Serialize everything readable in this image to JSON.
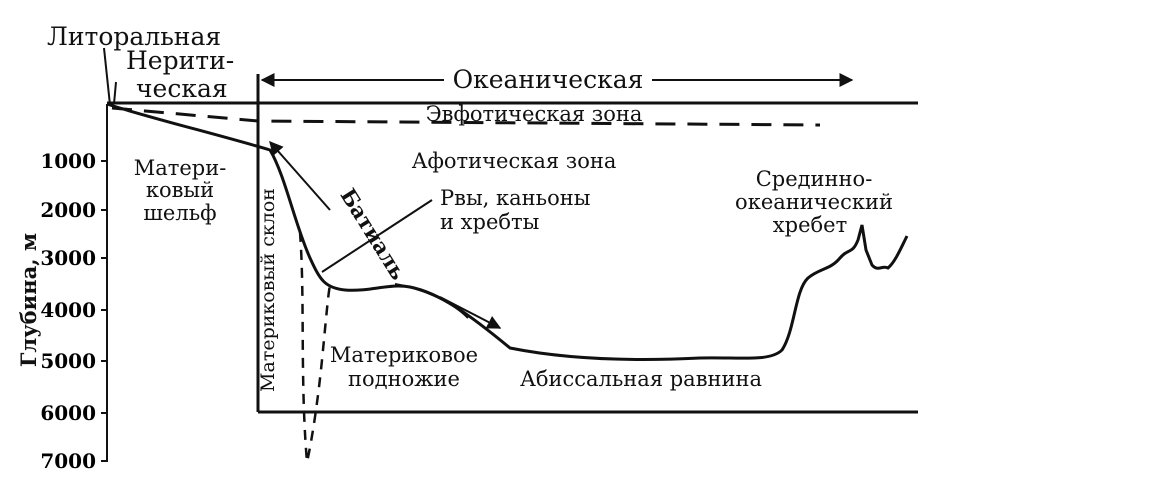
{
  "colors": {
    "ink": "#111111",
    "background": "#ffffff"
  },
  "zones_top": {
    "littoral": "Литоральная",
    "neritic_1": "Нерити-",
    "neritic_2": "ческая",
    "oceanic": "Океаническая"
  },
  "zones_light": {
    "euphotic": "Эвфотическая зона",
    "aphotic": "Афотическая зона"
  },
  "labels": {
    "shelf_1": "Матери-",
    "shelf_2": "ковый",
    "shelf_3": "шельф",
    "slope": "Материковый склон",
    "bathyal": "Батиаль",
    "trenches_1": "Рвы, каньоны",
    "trenches_2": "и хребты",
    "rise_1": "Материковое",
    "rise_2": "подножие",
    "abyssal": "Абиссальная равнина",
    "ridge_1": "Срединно-",
    "ridge_2": "океанический",
    "ridge_3": "хребет"
  },
  "axis": {
    "ylabel": "Глубина, м",
    "ticks": [
      "1000",
      "2000",
      "3000",
      "4000",
      "5000",
      "6000",
      "7000"
    ]
  }
}
